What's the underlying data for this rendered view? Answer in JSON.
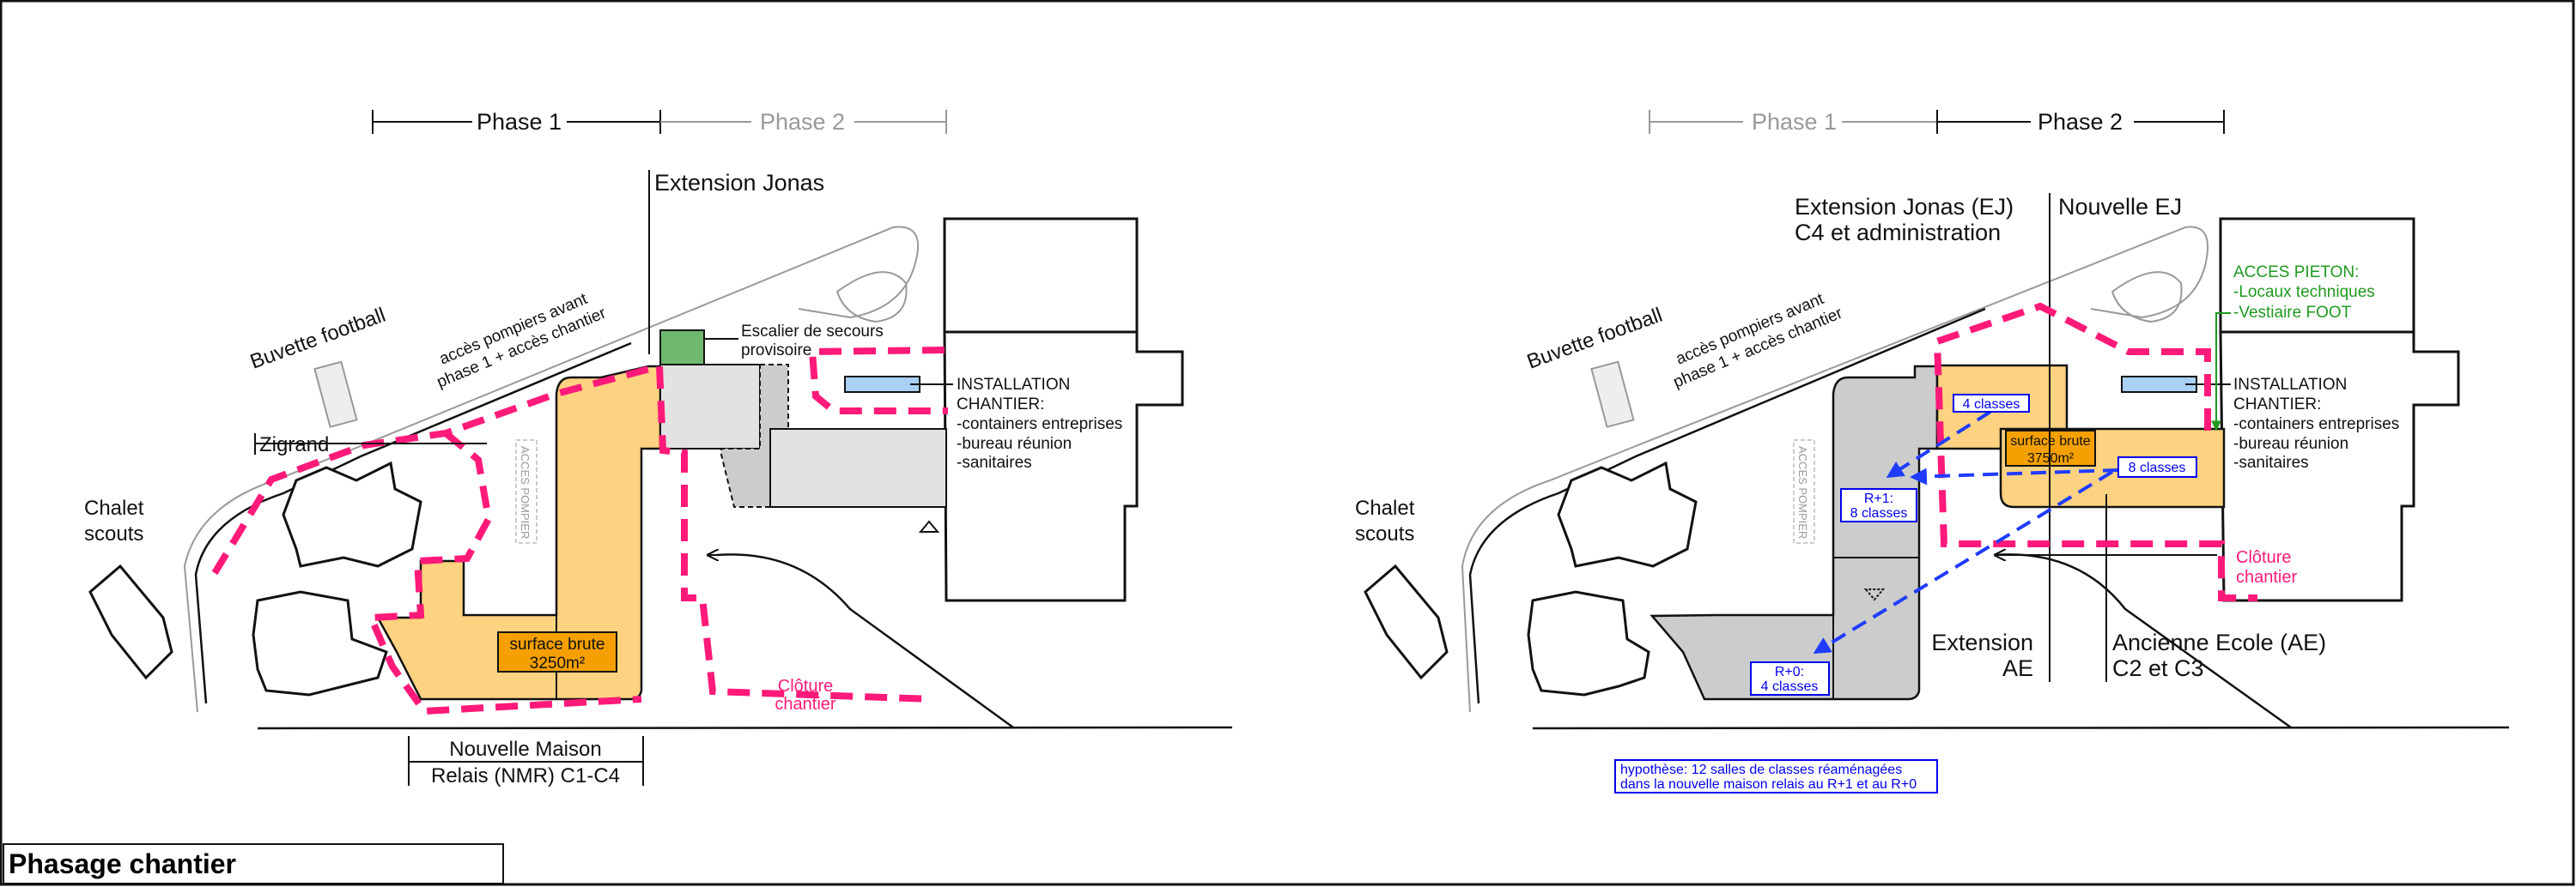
{
  "title": "Phasage chantier",
  "colors": {
    "fence": "#ff1a7a",
    "orange_area": "#fdd280",
    "surface_box": "#f5a000",
    "existing_grey": "#e2e2e2",
    "demolish_grey": "#cccccc",
    "container_blue": "#a9d0f5",
    "stair_green": "#6fb86f",
    "note_blue": "#0000ee",
    "pedestrian_green": "#1f9a1f"
  },
  "left": {
    "phase1": "Phase 1",
    "phase2": "Phase 2",
    "extension_jonas": "Extension Jonas",
    "escalier": [
      "Escalier de secours",
      "provisoire"
    ],
    "installation": [
      "INSTALLATION",
      "CHANTIER:",
      "-containers entreprises",
      "-bureau réunion",
      "-sanitaires"
    ],
    "buvette": "Buvette football",
    "acces": [
      "accès pompiers avant",
      "phase 1 + accès chantier"
    ],
    "acces_pompier": "ACCES POMPIER",
    "zigrand": "Zigrand",
    "chalet": [
      "Chalet",
      "scouts"
    ],
    "surface": [
      "surface brute",
      "3250m²"
    ],
    "cloture": [
      "Clôture",
      "chantier"
    ],
    "nmr": [
      "Nouvelle Maison",
      "Relais (NMR) C1-C4"
    ]
  },
  "right": {
    "phase1": "Phase 1",
    "phase2": "Phase 2",
    "extension_jonas": [
      "Extension Jonas (EJ)",
      "C4 et administration"
    ],
    "nouvelle_ej": "Nouvelle EJ",
    "acces_pieton": [
      "ACCES PIETON:",
      "-Locaux techniques",
      "-Vestiaire FOOT"
    ],
    "installation": [
      "INSTALLATION",
      "CHANTIER:",
      "-containers entreprises",
      "-bureau réunion",
      "-sanitaires"
    ],
    "buvette": "Buvette football",
    "acces": [
      "accès pompiers avant",
      "phase 1 + accès chantier"
    ],
    "acces_pompier": "ACCES POMPIER",
    "chalet": [
      "Chalet",
      "scouts"
    ],
    "surface": [
      "surface brute",
      "3750m²"
    ],
    "four_classes": "4 classes",
    "eight_classes": "8 classes",
    "r1": [
      "R+1:",
      "8 classes"
    ],
    "r0": [
      "R+0:",
      "4 classes"
    ],
    "extension_ae": [
      "Extension",
      "AE"
    ],
    "ancienne_ecole": [
      "Ancienne Ecole (AE)",
      "C2 et C3"
    ],
    "cloture": [
      "Clôture",
      "chantier"
    ],
    "hypothese": [
      "hypothèse: 12 salles de classes réaménagées",
      "dans la nouvelle maison relais au R+1 et au R+0"
    ]
  }
}
